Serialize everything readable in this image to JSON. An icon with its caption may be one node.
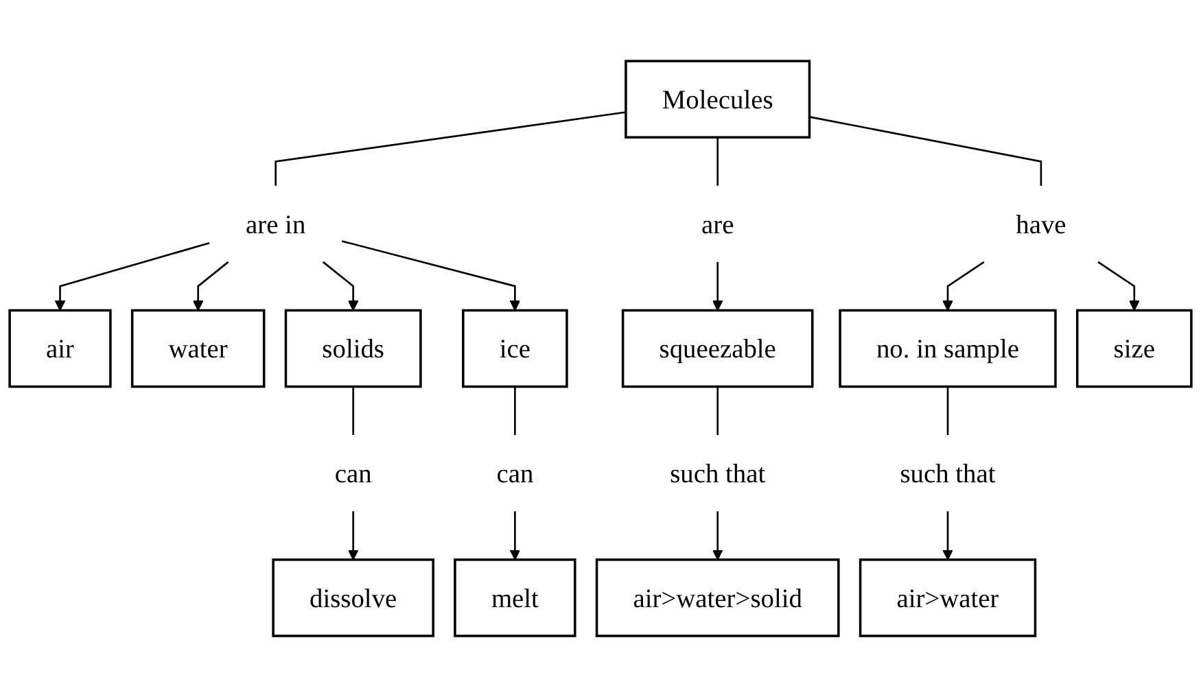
{
  "diagram": {
    "nodes": [
      {
        "text": [
          "Molecules"
        ]
      },
      {
        "text": [
          "are in"
        ]
      },
      {
        "text": [
          "are"
        ]
      },
      {
        "text": [
          "have"
        ]
      },
      {
        "text": [
          "air"
        ]
      },
      {
        "text": [
          "water"
        ]
      },
      {
        "text": [
          "solids"
        ]
      },
      {
        "text": [
          "ice"
        ]
      },
      {
        "text": [
          "squeezable"
        ]
      },
      {
        "text": [
          "no. in sample"
        ]
      },
      {
        "text": [
          "size"
        ]
      },
      {
        "text": [
          "can"
        ]
      },
      {
        "text": [
          "can"
        ]
      },
      {
        "text": [
          "such that"
        ]
      },
      {
        "text": [
          "such that"
        ]
      },
      {
        "text": [
          "dissolve"
        ]
      },
      {
        "text": [
          "melt"
        ]
      },
      {
        "text": [
          "air>water>solid"
        ]
      },
      {
        "text": [
          "air>water"
        ]
      }
    ],
    "edges": [
      {
        "from": 0,
        "to": 1,
        "arrow": "none"
      },
      {
        "from": 0,
        "to": 2,
        "arrow": "none"
      },
      {
        "from": 0,
        "to": 3,
        "arrow": "none"
      },
      {
        "from": 1,
        "to": 4,
        "arrow": "to"
      },
      {
        "from": 1,
        "to": 5,
        "arrow": "to"
      },
      {
        "from": 1,
        "to": 6,
        "arrow": "to"
      },
      {
        "from": 1,
        "to": 7,
        "arrow": "to"
      },
      {
        "from": 2,
        "to": 8,
        "arrow": "to"
      },
      {
        "from": 3,
        "to": 9,
        "arrow": "to"
      },
      {
        "from": 3,
        "to": 10,
        "arrow": "to"
      },
      {
        "from": 6,
        "to": 11,
        "arrow": "none"
      },
      {
        "from": 7,
        "to": 12,
        "arrow": "none"
      },
      {
        "from": 8,
        "to": 13,
        "arrow": "none"
      },
      {
        "from": 9,
        "to": 14,
        "arrow": "none"
      },
      {
        "from": 11,
        "to": 15,
        "arrow": "to"
      },
      {
        "from": 12,
        "to": 16,
        "arrow": "to"
      },
      {
        "from": 13,
        "to": 17,
        "arrow": "to"
      },
      {
        "from": 14,
        "to": 18,
        "arrow": "to"
      }
    ]
  }
}
